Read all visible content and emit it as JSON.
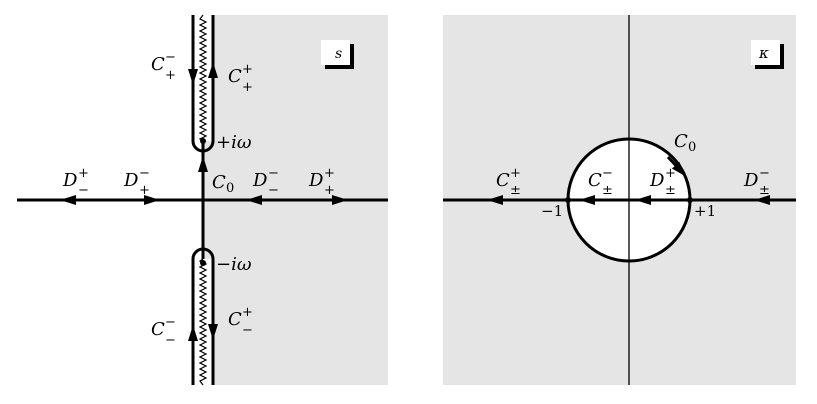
{
  "panels": [
    {
      "id": "s-plane",
      "badge": "s",
      "colors": {
        "shaded": "#e5e5e5",
        "background": "#ffffff",
        "ink": "#000000"
      },
      "labels": {
        "c_plus_minus": {
          "base": "C",
          "sup": "−",
          "sub": "+"
        },
        "c_plus_plus": {
          "base": "C",
          "sup": "+",
          "sub": "+"
        },
        "branch_upper": "+iω",
        "c0": {
          "base": "C",
          "sub": "0"
        },
        "d_minus_plus": {
          "base": "D",
          "sup": "+",
          "sub": "−"
        },
        "d_plus_minus": {
          "base": "D",
          "sup": "−",
          "sub": "+"
        },
        "d_minus_minus": {
          "base": "D",
          "sup": "−",
          "sub": "−"
        },
        "d_plus_plus": {
          "base": "D",
          "sup": "+",
          "sub": "+"
        },
        "branch_lower": "−iω",
        "c_minus_minus": {
          "base": "C",
          "sup": "−",
          "sub": "−"
        },
        "c_minus_plus": {
          "base": "C",
          "sup": "+",
          "sub": "−"
        }
      }
    },
    {
      "id": "kappa-plane",
      "badge": "κ",
      "colors": {
        "shaded": "#e5e5e5",
        "background": "#ffffff",
        "ink": "#000000"
      },
      "labels": {
        "c_pm_plus": {
          "base": "C",
          "sup": "+",
          "sub": "±"
        },
        "c_pm_minus": {
          "base": "C",
          "sup": "−",
          "sub": "±"
        },
        "d_pm_plus": {
          "base": "D",
          "sup": "+",
          "sub": "±"
        },
        "d_pm_minus": {
          "base": "D",
          "sup": "−",
          "sub": "±"
        },
        "c0": {
          "base": "C",
          "sub": "0"
        },
        "minus_one": "−1",
        "plus_one": "+1"
      }
    }
  ]
}
